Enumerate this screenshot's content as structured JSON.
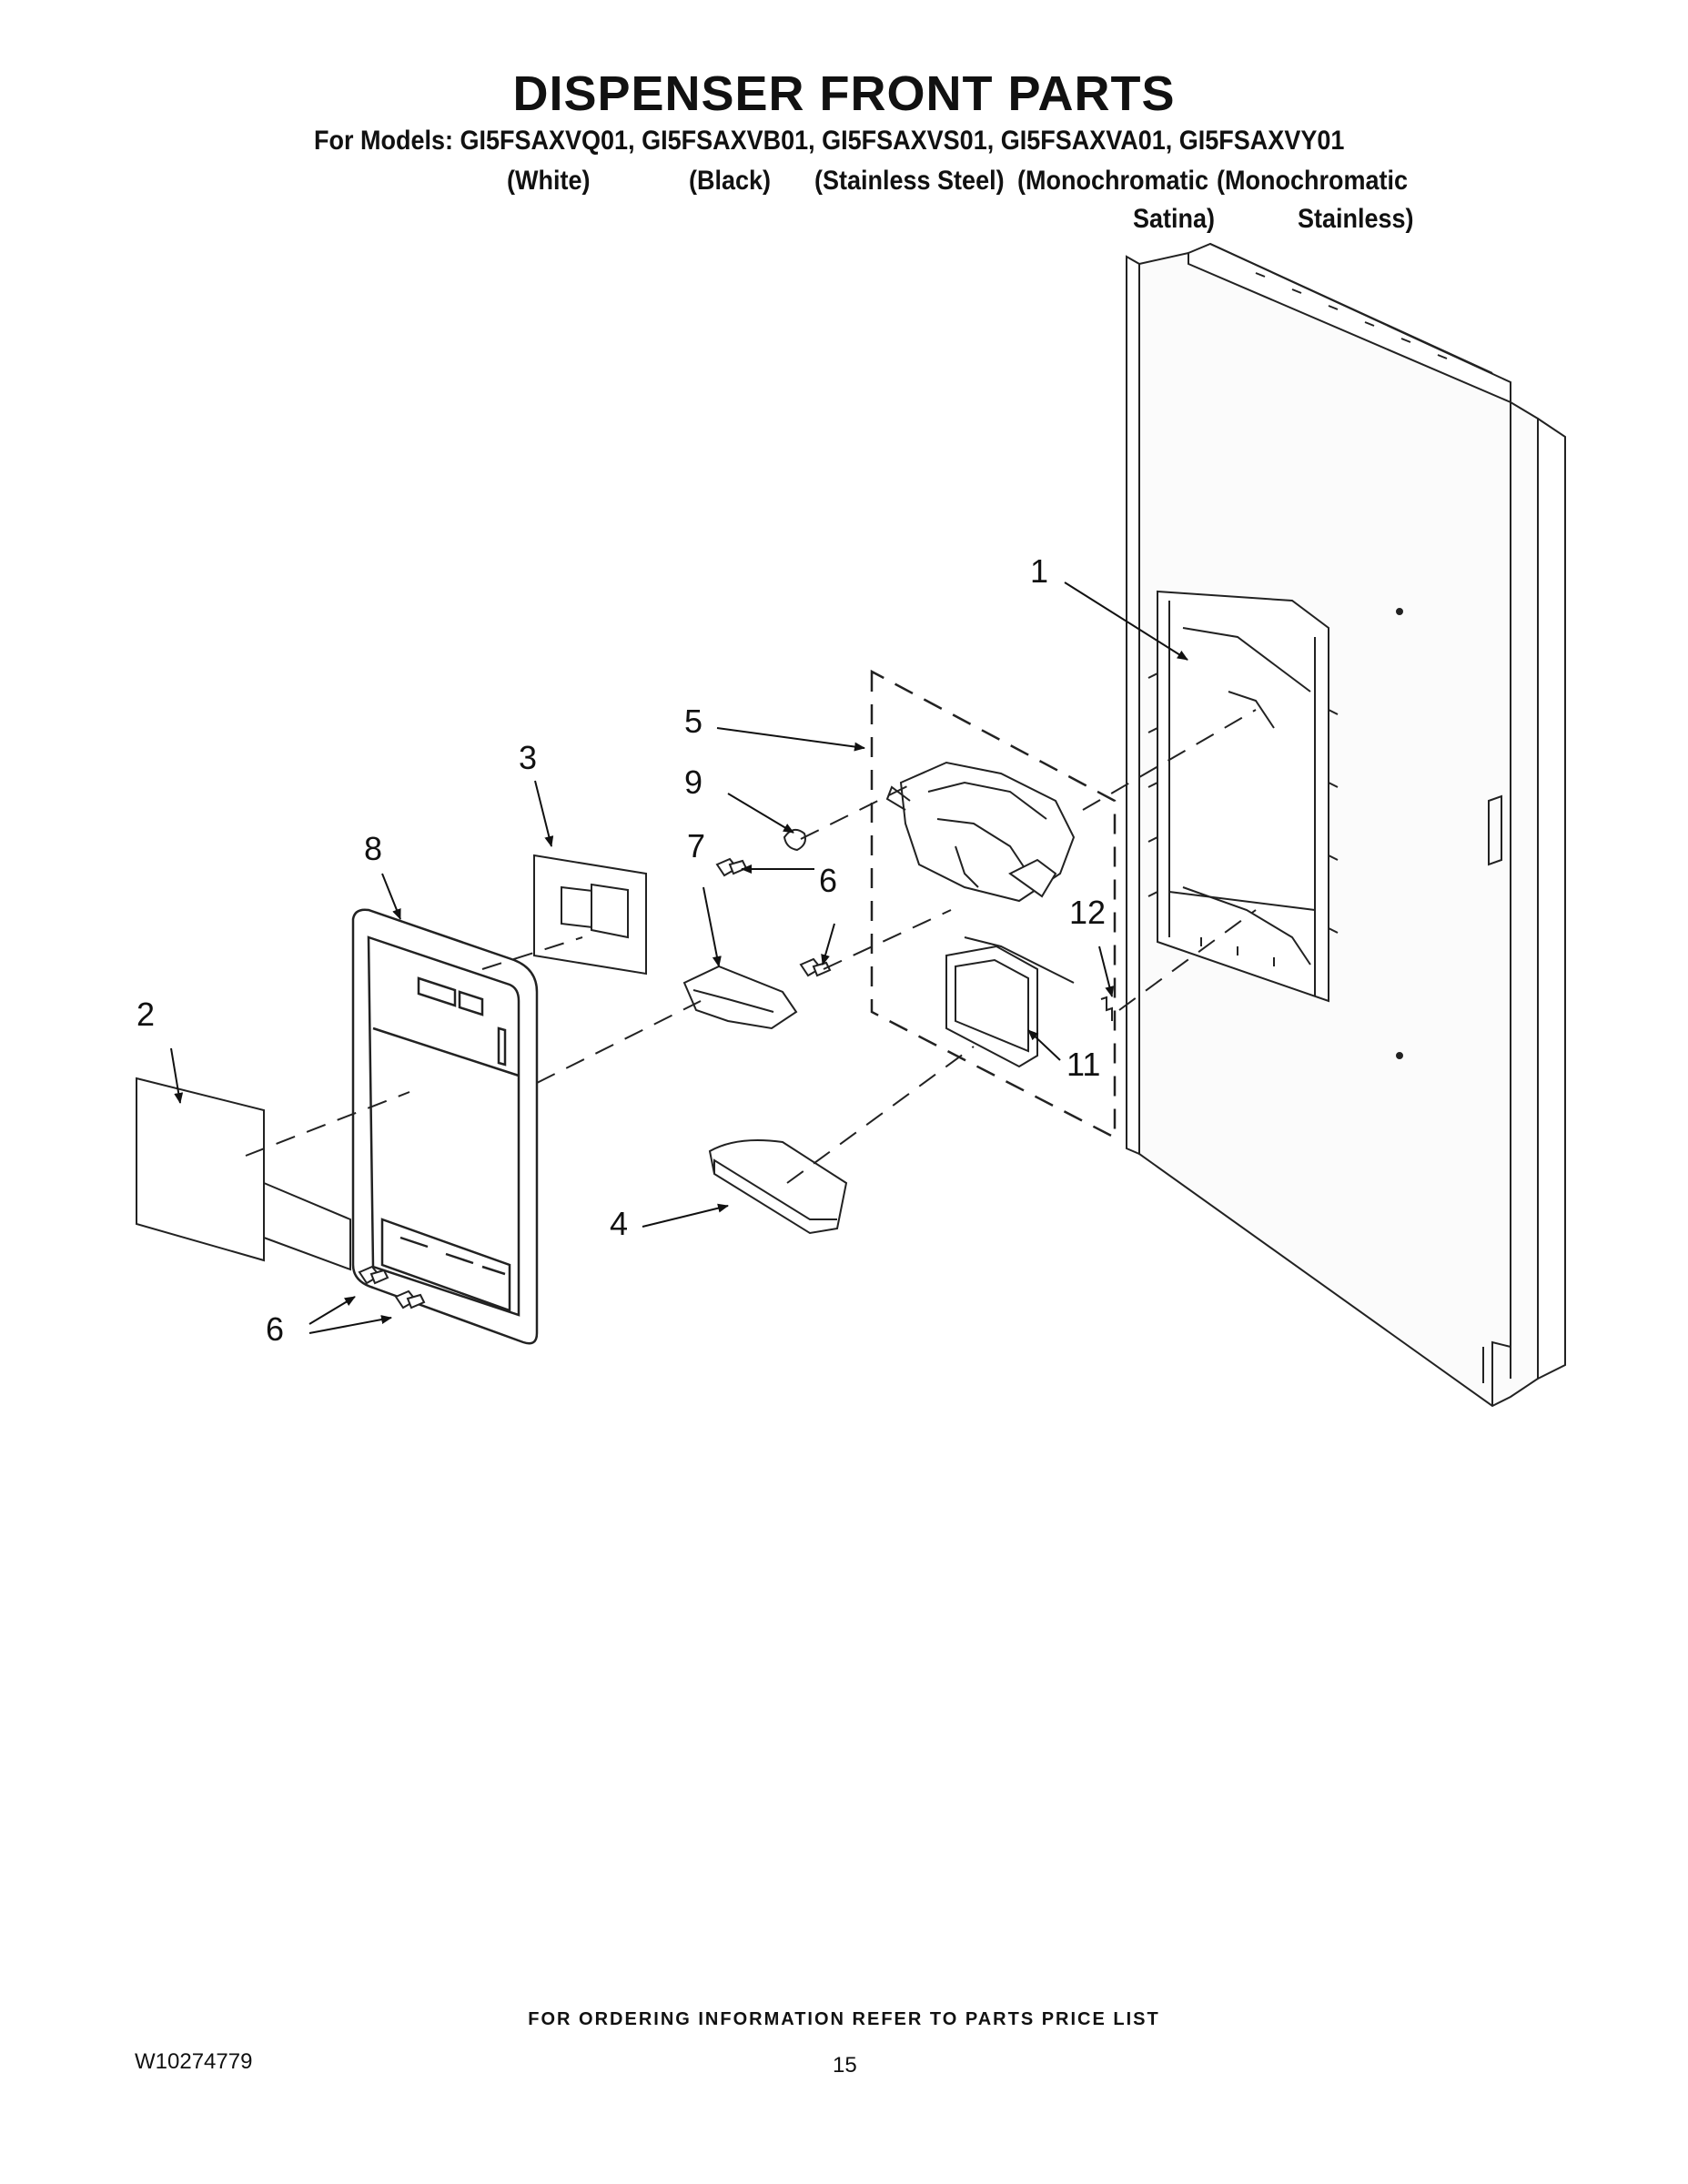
{
  "title": "DISPENSER FRONT PARTS",
  "models_line": "For Models: GI5FSAXVQ01, GI5FSAXVB01, GI5FSAXVS01, GI5FSAXVA01, GI5FSAXVY01",
  "variants": {
    "white": "(White)",
    "black": "(Black)",
    "stainless": "(Stainless Steel)",
    "mono_satina_1": "(Monochromatic",
    "mono_satina_2": "Satina)",
    "mono_stainless_1": "(Monochromatic",
    "mono_stainless_2": "Stainless)"
  },
  "callouts": {
    "c1": "1",
    "c2": "2",
    "c3": "3",
    "c4": "4",
    "c5": "5",
    "c6a": "6",
    "c6b": "6",
    "c7": "7",
    "c8": "8",
    "c9": "9",
    "c11": "11",
    "c12": "12"
  },
  "footer_note": "FOR ORDERING INFORMATION REFER TO PARTS PRICE LIST",
  "doc_number": "W10274779",
  "page_number": "15"
}
